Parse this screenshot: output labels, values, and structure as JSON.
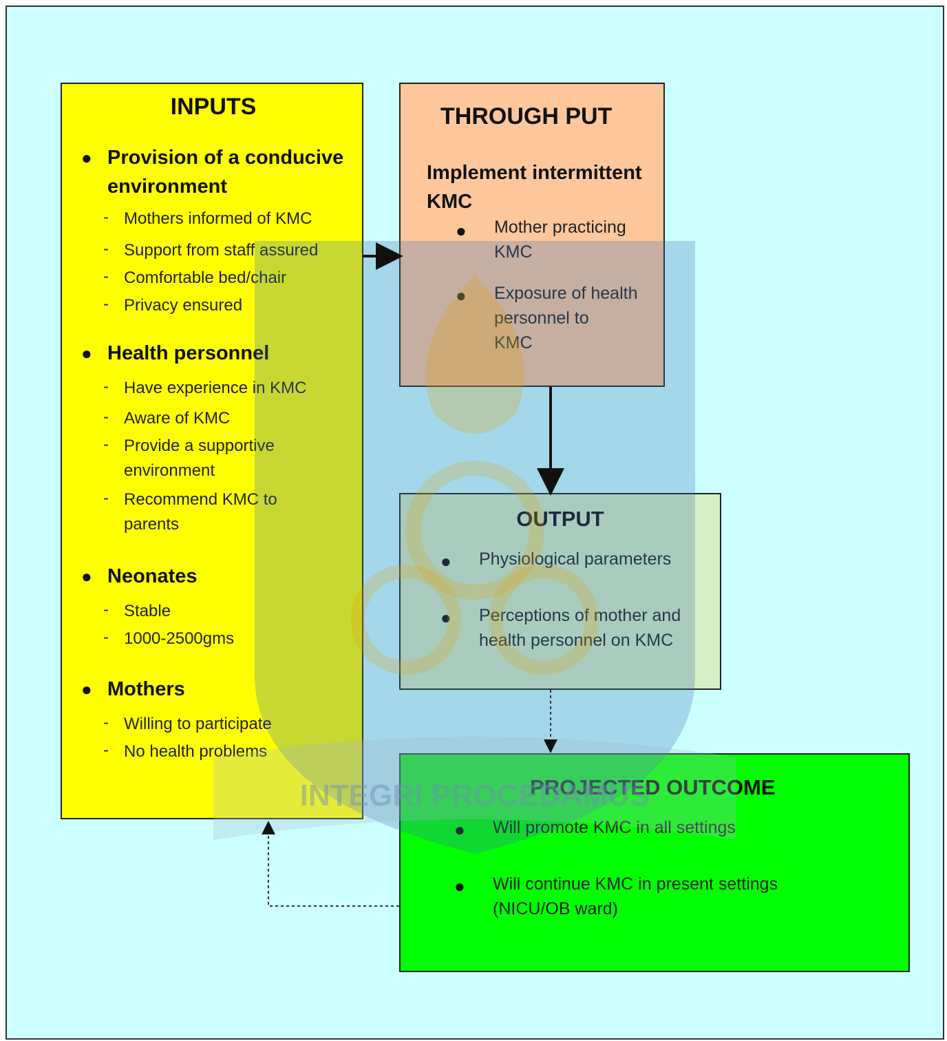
{
  "inputs": {
    "title": "INPUTS",
    "groups": [
      {
        "heading_lines": [
          "Provision of a conducive",
          "environment"
        ],
        "items": [
          [
            "Mothers informed of KMC"
          ],
          [
            "Support from staff assured"
          ],
          [
            "Comfortable bed/chair"
          ],
          [
            "Privacy ensured"
          ]
        ]
      },
      {
        "heading_lines": [
          "Health personnel"
        ],
        "items": [
          [
            "Have experience in KMC"
          ],
          [
            "Aware of KMC"
          ],
          [
            "Provide a supportive",
            "environment"
          ],
          [
            "Recommend KMC to",
            "parents"
          ]
        ]
      },
      {
        "heading_lines": [
          "Neonates"
        ],
        "items": [
          [
            "Stable"
          ],
          [
            "1000-2500gms"
          ]
        ]
      },
      {
        "heading_lines": [
          "Mothers"
        ],
        "items": [
          [
            "Willing to participate"
          ],
          [
            "No health problems"
          ]
        ]
      }
    ]
  },
  "throughput": {
    "title": "THROUGH PUT",
    "subtitle_lines": [
      "Implement intermittent",
      "KMC"
    ],
    "items": [
      [
        "Mother practicing",
        "KMC"
      ],
      [
        "Exposure of health",
        "personnel to",
        "KMC"
      ]
    ]
  },
  "output": {
    "title": "OUTPUT",
    "items": [
      [
        "Physiological parameters"
      ],
      [
        "Perceptions of mother and",
        "health personnel on KMC"
      ]
    ]
  },
  "outcome": {
    "title": "PROJECTED OUTCOME",
    "items": [
      [
        "Will promote KMC in all settings"
      ],
      [
        "Will continue KMC in present settings",
        "(NICU/OB ward)"
      ]
    ]
  },
  "watermark": {
    "motto": "INTEGRI PROCEDAMUS"
  },
  "colors": {
    "background": "#ccffff",
    "inputs": "#ffff00",
    "throughput": "#fdc79b",
    "output": "#d4f0c4",
    "outcome": "#00ff00"
  }
}
